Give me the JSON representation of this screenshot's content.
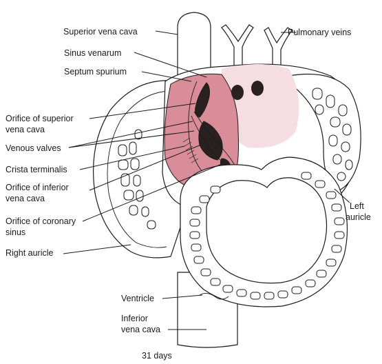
{
  "figure": {
    "caption": "31 days",
    "colors": {
      "sinus_venarum": "#d98d98",
      "left_atrium_tint": "#f6dde1",
      "orifice": "#2a2020",
      "line": "#1a1a1a",
      "background": "#ffffff"
    }
  },
  "labels": {
    "superior_vena_cava": "Superior vena cava",
    "pulmonary_veins": "Pulmonary veins",
    "sinus_venarum": "Sinus venarum",
    "septum_spurium": "Septum spurium",
    "orifice_svc_line1": "Orifice of superior",
    "orifice_svc_line2": "vena cava",
    "venous_valves": "Venous valves",
    "crista_terminalis": "Crista terminalis",
    "orifice_ivc_line1": "Orifice of inferior",
    "orifice_ivc_line2": "vena cava",
    "orifice_cs_line1": "Orifice of coronary",
    "orifice_cs_line2": "sinus",
    "right_auricle": "Right auricle",
    "left_auricle_line1": "Left",
    "left_auricle_line2": "auricle",
    "ventricle": "Ventricle",
    "inferior_vena_cava_line1": "Inferior",
    "inferior_vena_cava_line2": "vena cava"
  }
}
